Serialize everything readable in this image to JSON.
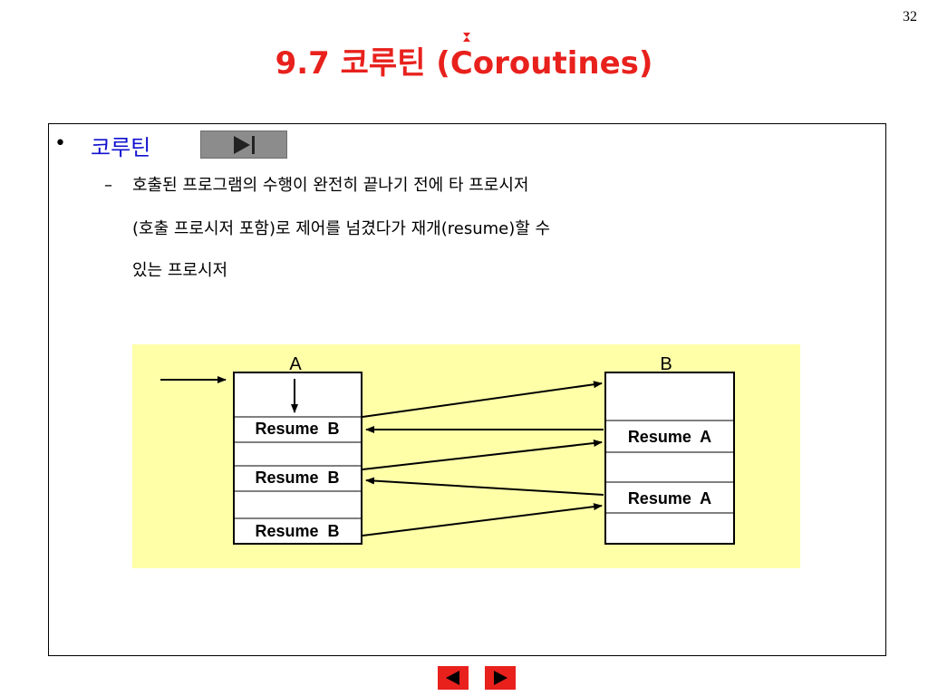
{
  "slide": {
    "page_number": "32",
    "title": "9.7 코루틴 (Coroutines)"
  },
  "bullet": {
    "text": "코루틴"
  },
  "sub": {
    "dash": "–",
    "lines": [
      "호출된 프로그램의 수행이 완전히 끝나기 전에 타 프로시저",
      "(호출 프로시저 포함)로 제어를  넘겼다가 재개(resume)할 수",
      "있는 프로시저"
    ]
  },
  "diagram": {
    "panel_color": "#ffffa8",
    "label_a": "A",
    "label_b": "B",
    "a_cells": [
      "Resume  B",
      "Resume  B",
      "Resume  B"
    ],
    "b_cells": [
      "Resume  A",
      "Resume  A"
    ]
  },
  "colors": {
    "title": "#e8211d",
    "bullet": "#1010d0",
    "nav": "#e8211d"
  },
  "nav": {
    "prev_icon": "triangle-left-icon",
    "next_icon": "triangle-right-icon"
  }
}
